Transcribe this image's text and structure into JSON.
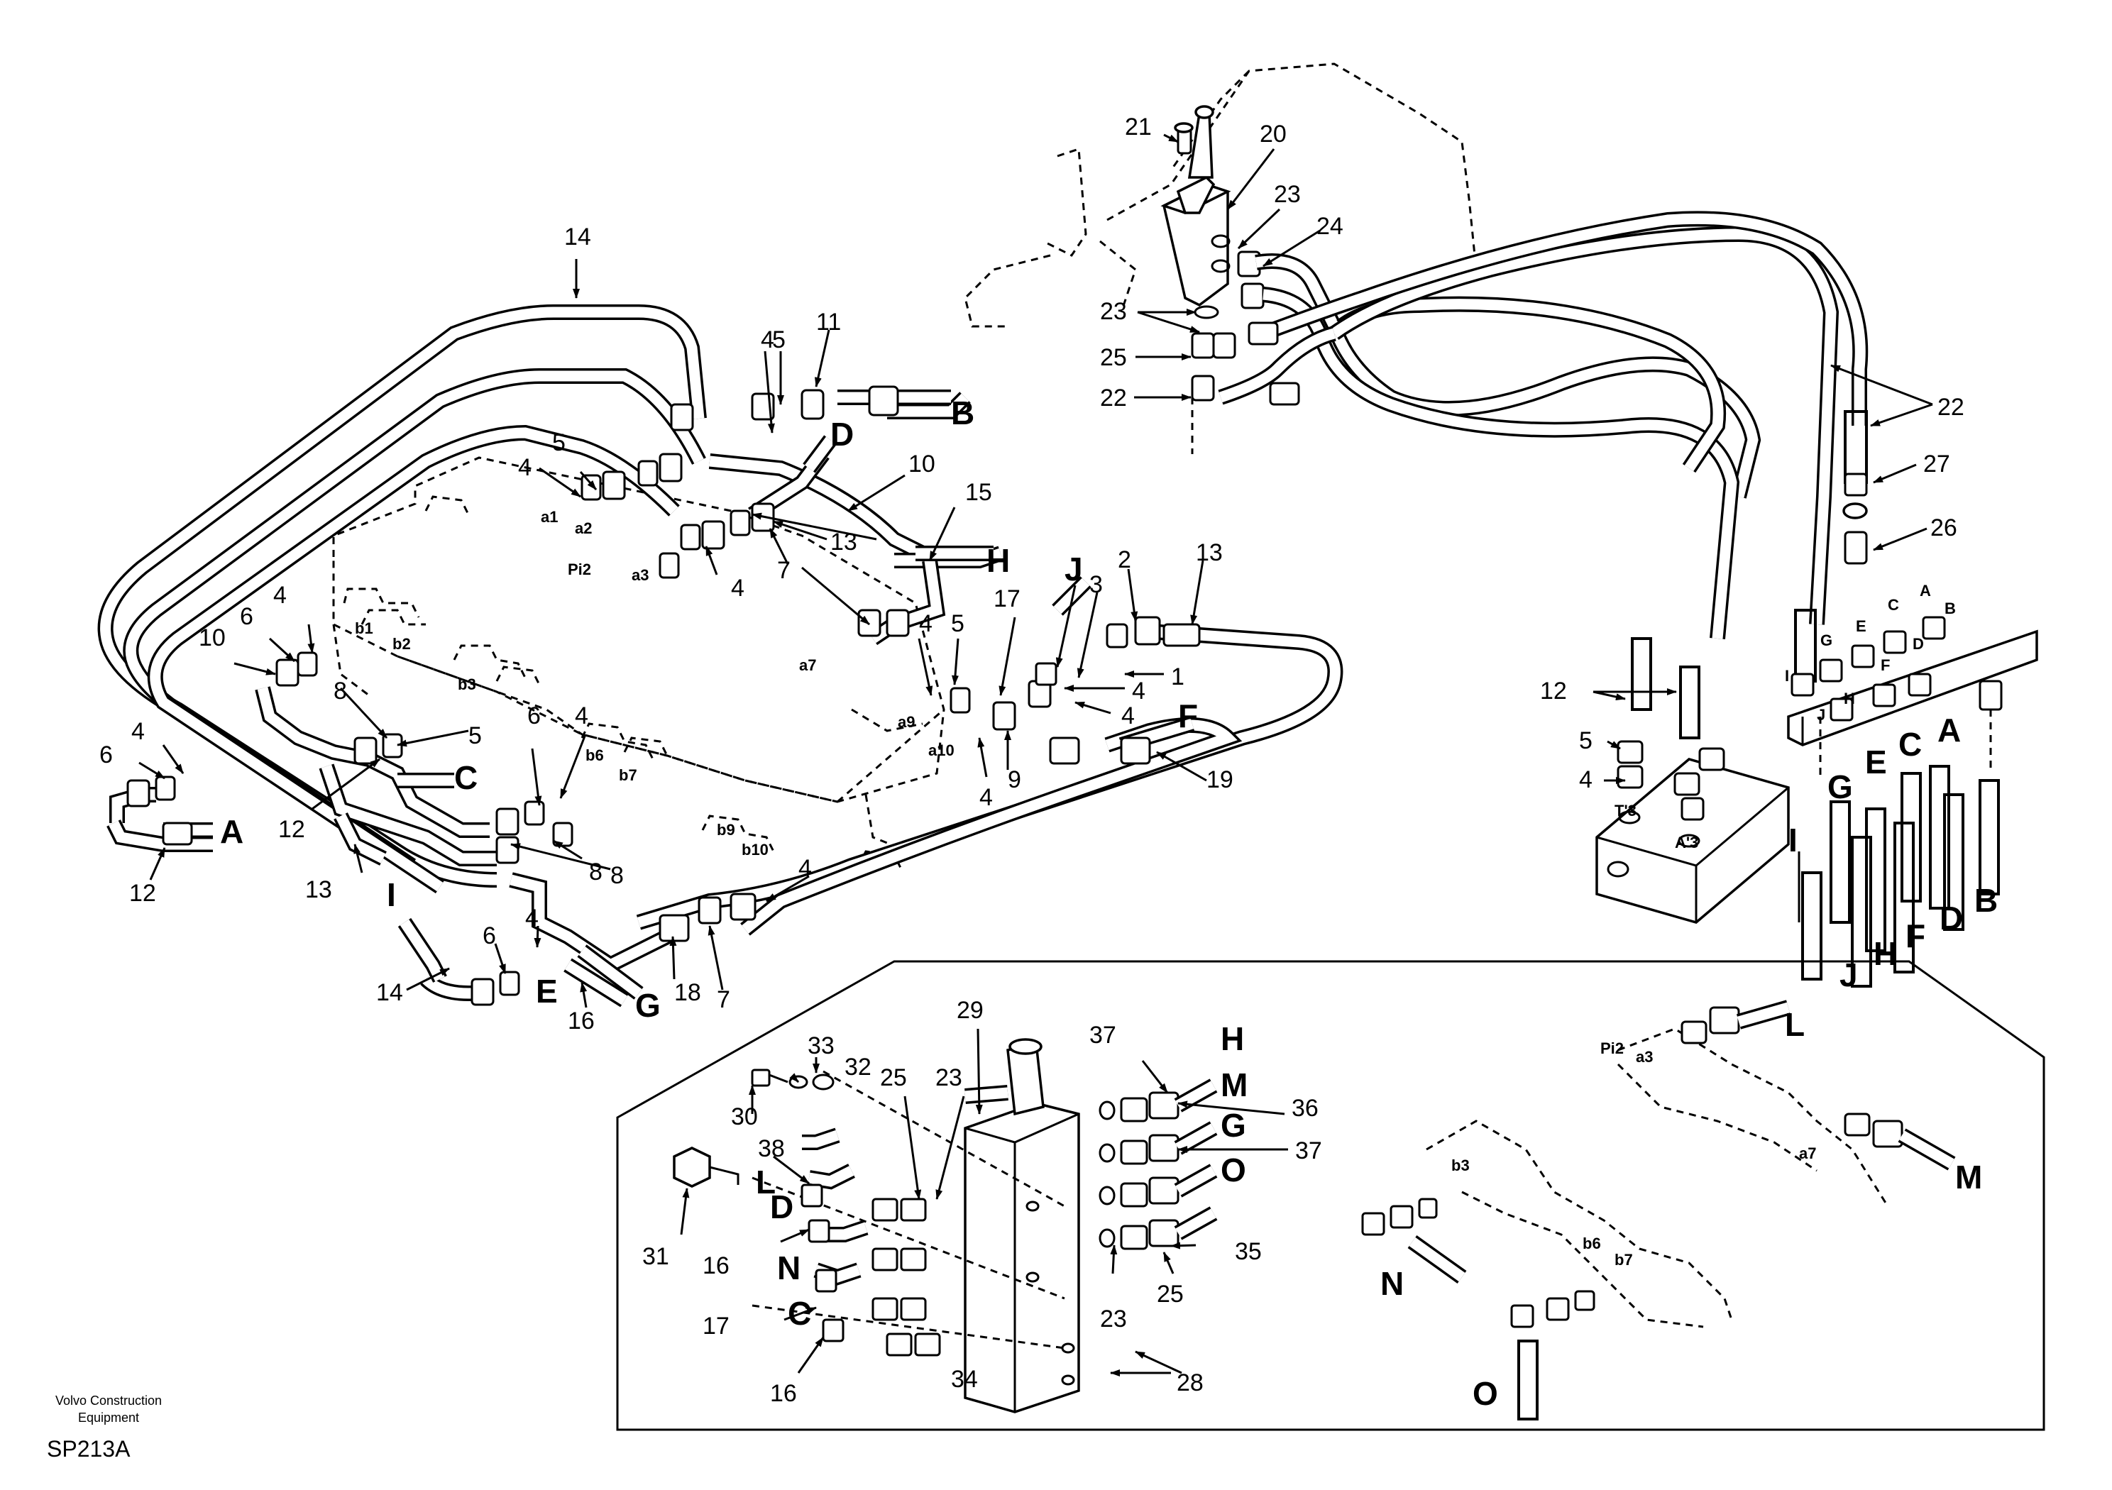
{
  "footer": {
    "brand_line1": "Volvo Construction",
    "brand_line2": "Equipment",
    "sheet_id": "SP213A"
  },
  "callouts": {
    "n1": "1",
    "n2": "2",
    "n3": "3",
    "n4": "4",
    "n5": "5",
    "n6": "6",
    "n7": "7",
    "n8": "8",
    "n9": "9",
    "n10": "10",
    "n11": "11",
    "n12": "12",
    "n13": "13",
    "n14": "14",
    "n15": "15",
    "n16": "16",
    "n17": "17",
    "n18": "18",
    "n19": "19",
    "n20": "20",
    "n21": "21",
    "n22": "22",
    "n23": "23",
    "n24": "24",
    "n25": "25",
    "n26": "26",
    "n27": "27",
    "n28": "28",
    "n29": "29",
    "n30": "30",
    "n31": "31",
    "n32": "32",
    "n33": "33",
    "n34": "34",
    "n35": "35",
    "n36": "36",
    "n37": "37",
    "n38": "38"
  },
  "hose_letters": {
    "A": "A",
    "B": "B",
    "C": "C",
    "D": "D",
    "E": "E",
    "F": "F",
    "G": "G",
    "H": "H",
    "I": "I",
    "J": "J",
    "L": "L",
    "M": "M",
    "N": "N",
    "O": "O"
  },
  "ports": {
    "a1": "a1",
    "a2": "a2",
    "a3": "a3",
    "a7": "a7",
    "a9": "a9",
    "a10": "a10",
    "pi2": "Pi2",
    "b1": "b1",
    "b2": "b2",
    "b3": "b3",
    "b6": "b6",
    "b7": "b7",
    "b9": "b9",
    "b10": "b10",
    "t3": "T'3",
    "a_3": "A'3"
  }
}
